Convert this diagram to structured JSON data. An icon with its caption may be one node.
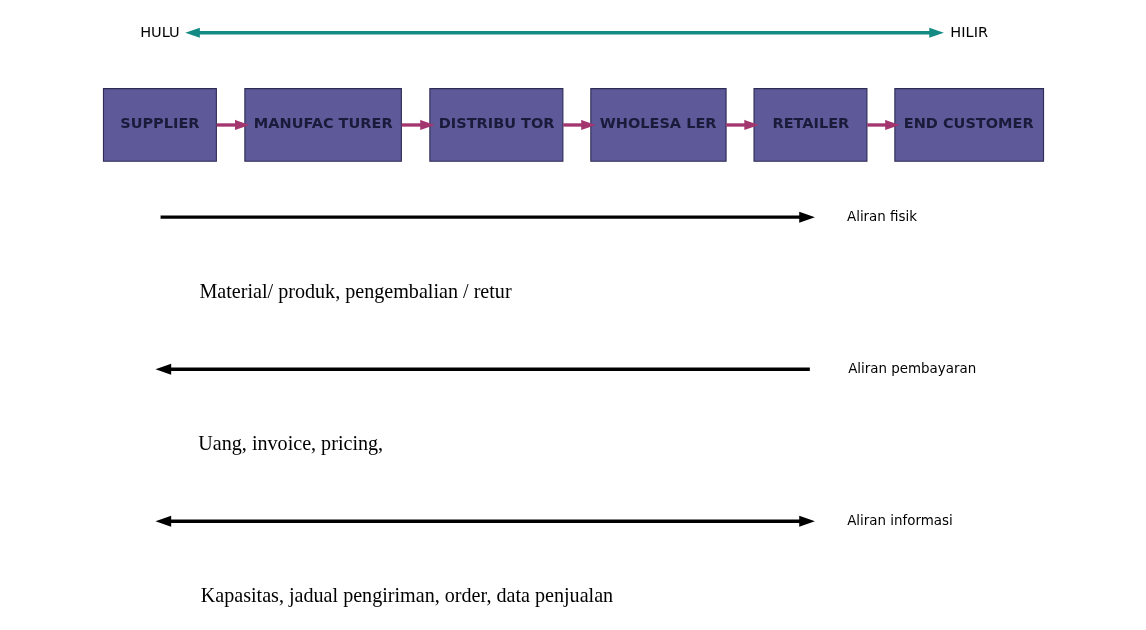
{
  "diagram": {
    "nodes": [
      {
        "text": [
          "HULU"
        ]
      },
      {
        "text": [
          "HILIR"
        ]
      },
      {
        "text": [
          "SUPPLIER"
        ]
      },
      {
        "text": [
          "MANUFAC TURER"
        ]
      },
      {
        "text": [
          "DISTRIBU TOR"
        ]
      },
      {
        "text": [
          "WHOLESA LER"
        ]
      },
      {
        "text": [
          "RETAILER"
        ]
      },
      {
        "text": [
          "END CUSTOMER"
        ]
      }
    ],
    "edges": [
      {
        "from": 0,
        "to": 1,
        "arrow": "both",
        "color": "#138a84"
      },
      {
        "from": 2,
        "to": 3,
        "arrow": "to"
      },
      {
        "from": 3,
        "to": 4,
        "arrow": "to"
      },
      {
        "from": 4,
        "to": 5,
        "arrow": "to"
      },
      {
        "from": 5,
        "to": 6,
        "arrow": "to"
      },
      {
        "from": 6,
        "to": 7,
        "arrow": "to"
      }
    ],
    "labels": [
      "Aliran fisik",
      "Material/ produk, pengembalian / retur",
      "Aliran pembayaran",
      "Uang, invoice, pricing,",
      "Aliran informasi",
      "Kapasitas, jadual pengiriman, order, data penjualan"
    ]
  }
}
